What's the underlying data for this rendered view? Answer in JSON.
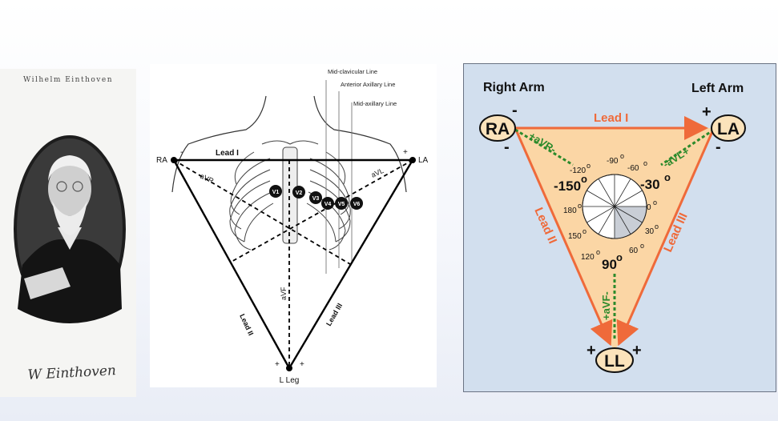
{
  "portrait": {
    "caption": "Wilhelm Einthoven",
    "signature": "W Einthoven"
  },
  "chest_diagram": {
    "ref_lines": [
      "Mid-clavicular Line",
      "Anterior Axillary Line",
      "Mid-axillary Line"
    ],
    "electrodes": {
      "ra": "RA",
      "la": "LA",
      "ll": "L Leg"
    },
    "leads": {
      "lead1": "Lead I",
      "lead2": "Lead II",
      "lead3": "Lead III",
      "avr": "aVR",
      "avl": "aVL",
      "avf": "aVF"
    },
    "chest_leads": [
      "V1",
      "V2",
      "V3",
      "V4",
      "V5",
      "V6"
    ],
    "signs": {
      "plus": "+",
      "minus": "-"
    }
  },
  "einthoven_triangle": {
    "limb_labels": {
      "right_arm": "Right Arm",
      "left_arm": "Left Arm"
    },
    "electrodes": {
      "ra": "RA",
      "la": "LA",
      "ll": "LL"
    },
    "leads": {
      "lead1": "Lead I",
      "lead2": "Lead II",
      "lead3": "Lead III",
      "avr": "+aVR-",
      "avl": "-aVL+",
      "avf": "+aVF-"
    },
    "angles_large": [
      "-150",
      "-30",
      "90"
    ],
    "angles_small": [
      "-120",
      "-90",
      "-60",
      "180",
      "0",
      "150",
      "30",
      "120",
      "60"
    ],
    "angle_unit": "o",
    "signs": {
      "plus": "+",
      "minus": "-"
    },
    "colors": {
      "background": "#d2dfee",
      "triangle_fill": "#fbd6a5",
      "lead_arrow": "#ef6a3a",
      "augmented_lead": "#2b8a2b",
      "electrode_fill": "#fbe3bb"
    }
  }
}
